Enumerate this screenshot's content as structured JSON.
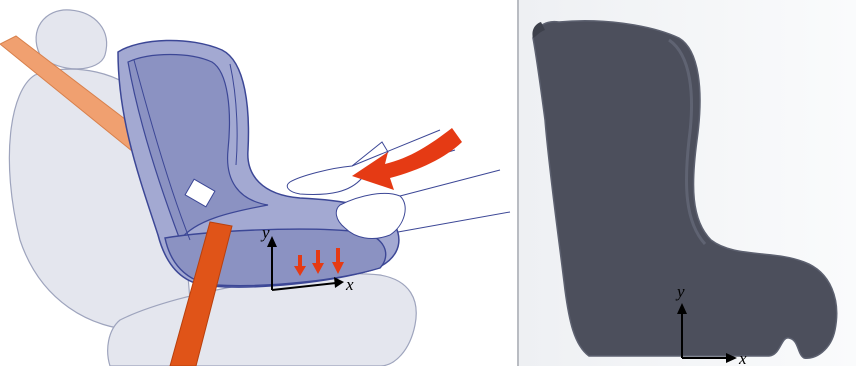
{
  "left_figure": {
    "axis_labels": {
      "y": "y",
      "x": "x"
    },
    "colors": {
      "seat_fill": "#e4e6ee",
      "seat_outline": "#9ea4bd",
      "car_seat_fill": "#a3a9d2",
      "car_seat_dark": "#8b92c2",
      "car_seat_outline": "#3c4796",
      "belt_light": "#f0a070",
      "belt_dark": "#e05418",
      "push_arrow": "#e53a14",
      "force_arrows": "#e53a14"
    },
    "icons": [
      "seat-belt",
      "push-arrow-icon",
      "downward-force-arrows",
      "hands"
    ]
  },
  "right_figure": {
    "axis_labels": {
      "y": "y",
      "x": "x"
    },
    "colors": {
      "background": "#f4f5f7",
      "model_fill": "#4c4f5c",
      "model_edge": "#5d6170"
    }
  }
}
